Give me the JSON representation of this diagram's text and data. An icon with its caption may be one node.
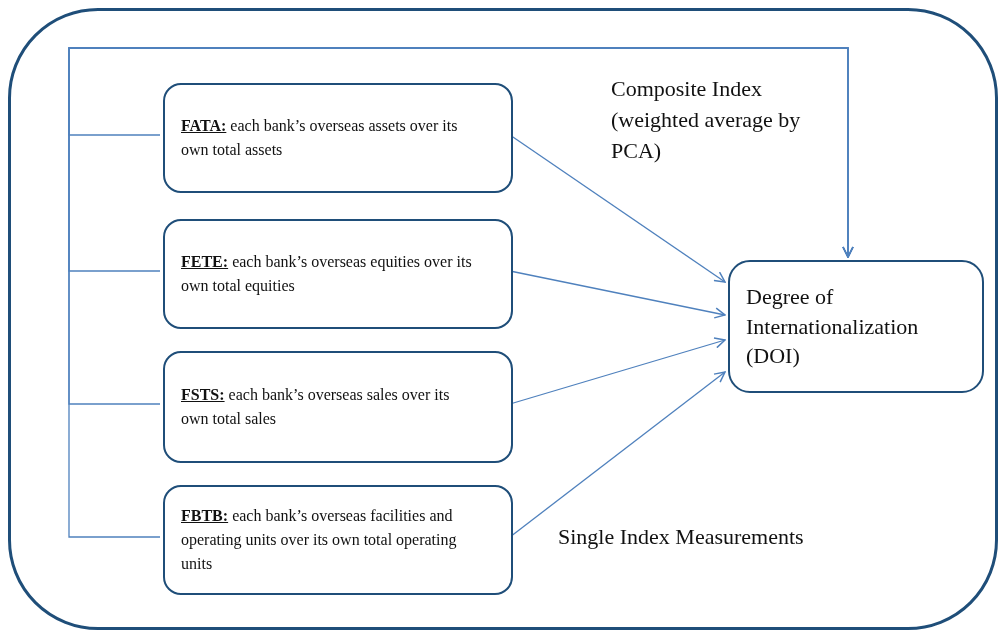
{
  "diagram": {
    "nodes": [
      {
        "text": [],
        "shape": "box"
      },
      {
        "text": [
          "**FATA:** each bank’s overseas assets over its own total assets"
        ],
        "in": 0
      },
      {
        "text": [
          "**FETE:** each bank’s overseas equities over its own total equities"
        ],
        "in": 0
      },
      {
        "text": [
          "**FSTS:** each bank’s overseas sales over its own total sales"
        ],
        "in": 0
      },
      {
        "text": [
          "**FBTB:** each bank’s overseas facilities and operating units over its own total operating units"
        ],
        "in": 0
      },
      {
        "text": [
          "Degree of Internationalization (DOI)"
        ],
        "in": 0
      }
    ],
    "edges": [
      {
        "from": 1,
        "to": 5,
        "arrow": "to"
      },
      {
        "from": 2,
        "to": 5,
        "arrow": "to"
      },
      {
        "from": 3,
        "to": 5,
        "arrow": "to"
      },
      {
        "from": 4,
        "to": 5,
        "arrow": "to"
      },
      {
        "from": 1,
        "to": 5,
        "arrow": "to"
      },
      {
        "from": 2,
        "to": 5,
        "arrow": "to"
      },
      {
        "from": 3,
        "to": 5,
        "arrow": "to"
      },
      {
        "from": 4,
        "to": 5,
        "arrow": "to"
      }
    ],
    "labels": [
      "Composite Index (weighted average by PCA)",
      "Single Index Measurements"
    ]
  }
}
